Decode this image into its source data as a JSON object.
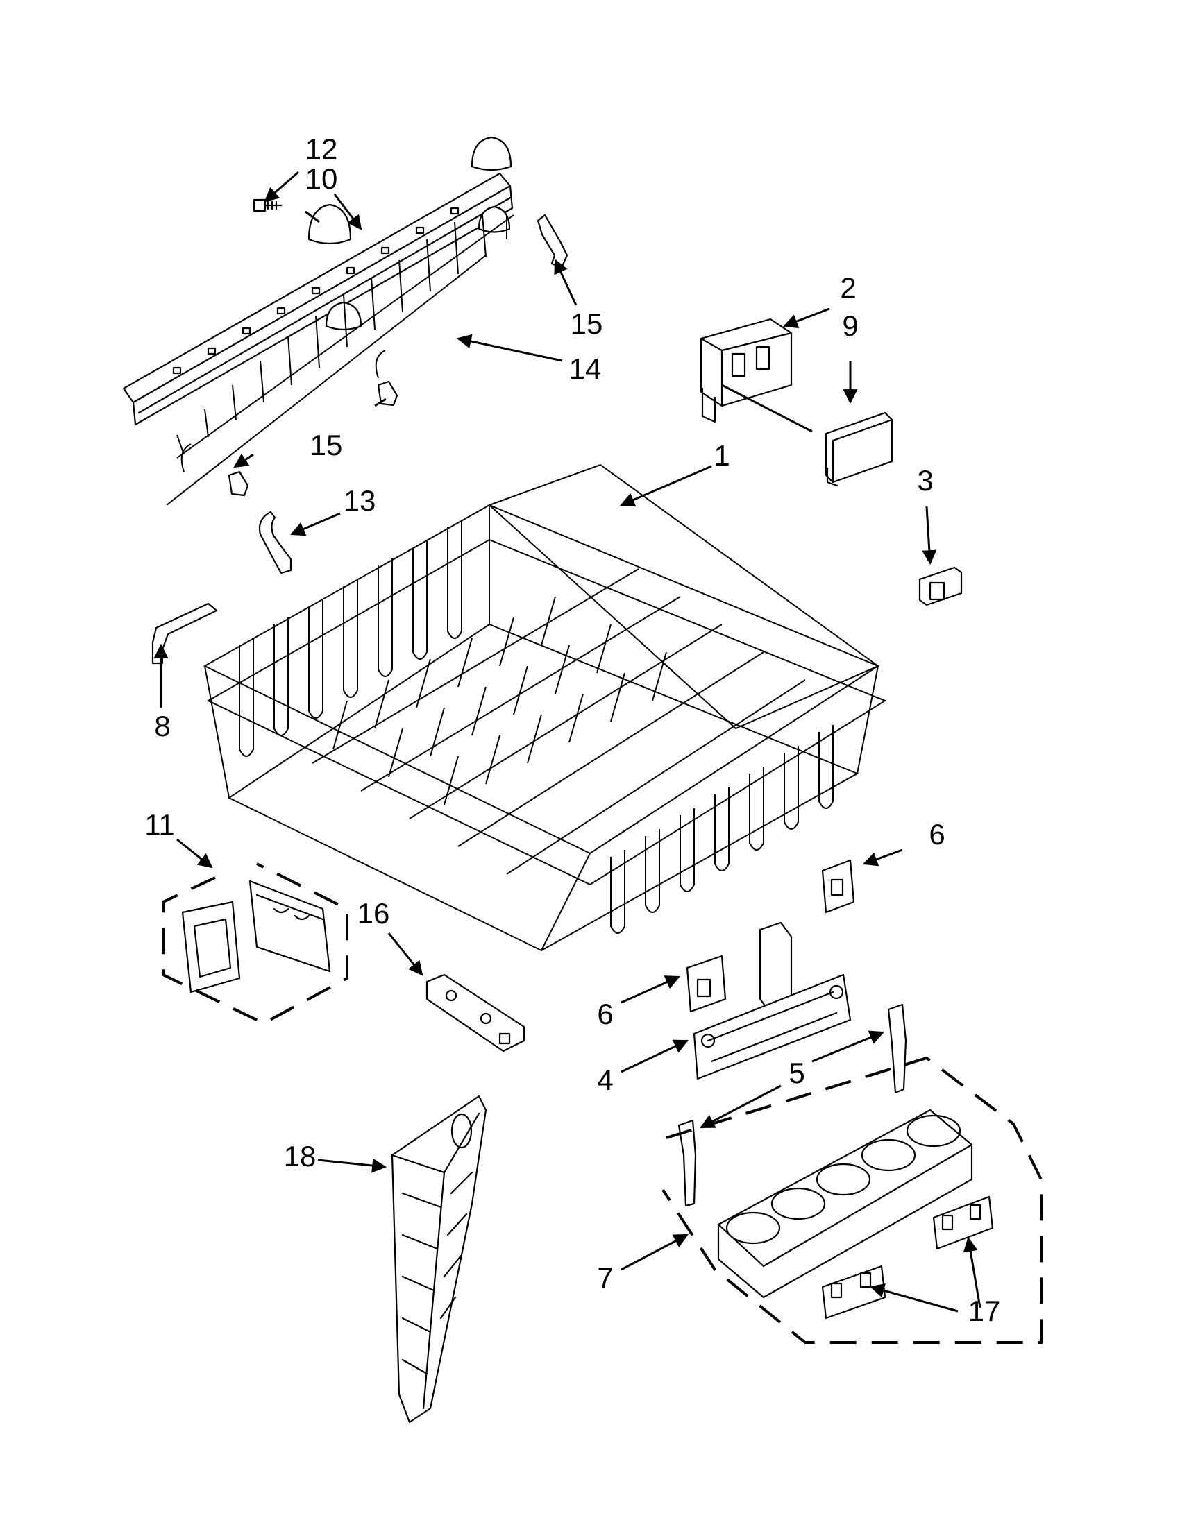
{
  "callouts": {
    "c1": "1",
    "c2": "2",
    "c3": "3",
    "c4": "4",
    "c5": "5",
    "c6a": "6",
    "c6b": "6",
    "c7": "7",
    "c8": "8",
    "c9": "9",
    "c10": "10",
    "c11": "11",
    "c12": "12",
    "c13": "13",
    "c14": "14",
    "c15a": "15",
    "c15b": "15",
    "c16": "16",
    "c17": "17",
    "c18": "18"
  },
  "icons": {
    "upper_rack": "upper-rack-icon",
    "rack_adjuster_rail": "rack-rail-icon",
    "cup_shelf": "cup-shelf-icon",
    "silverware_basket": "silverware-basket-icon",
    "stemware_holder": "stemware-holder-icon"
  }
}
